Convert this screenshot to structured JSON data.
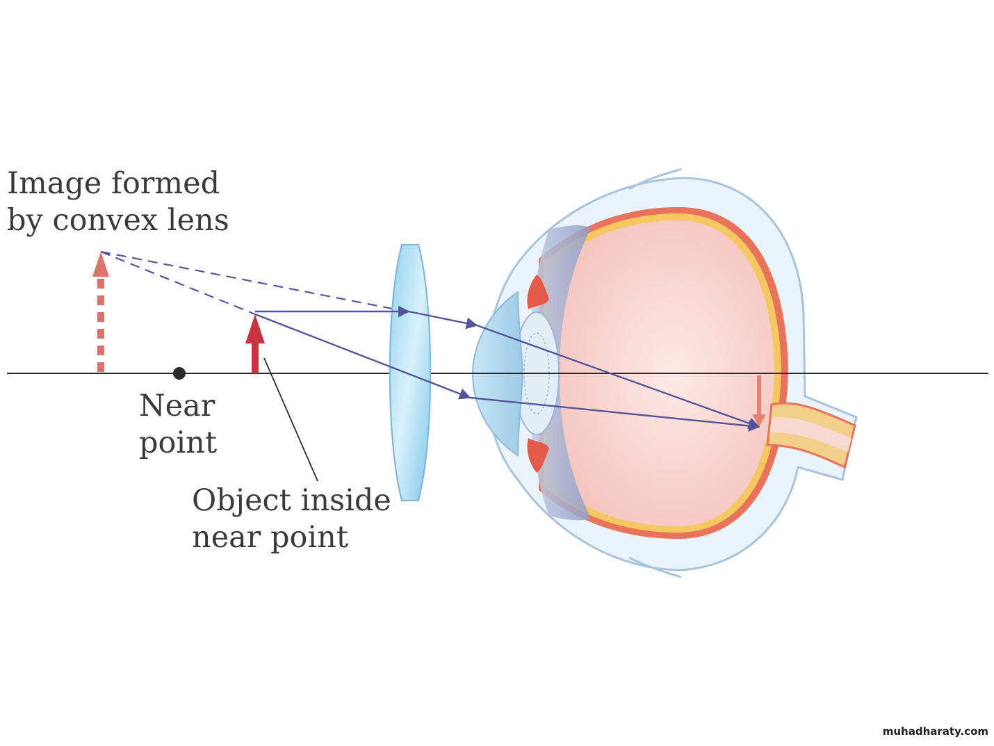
{
  "labels": {
    "image_line1": "Image formed",
    "image_line2": "by convex lens",
    "near_line1": "Near",
    "near_line2": "point",
    "object_line1": "Object inside",
    "object_line2": "near point"
  },
  "watermark": "muhadharaty.com",
  "colors": {
    "axis": "#2b2b2b",
    "ray": "#55549a",
    "object_arrow": "#c9323f",
    "image_arrow": "#d9756a",
    "lens_fill": "#a9dcf2",
    "eye_outline": "#a8c4dc",
    "retina": "#e8735a",
    "choroid": "#f5c760",
    "vitreous": "#f7cfcb"
  }
}
